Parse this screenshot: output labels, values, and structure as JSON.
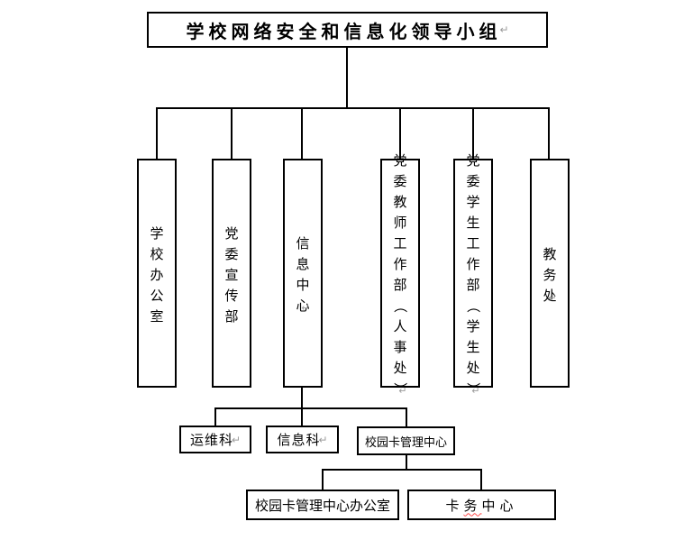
{
  "title": {
    "label": "学校网络安全和信息化领导小组"
  },
  "marks": {
    "return_mark": "↵"
  },
  "level1": [
    {
      "id": "school-office",
      "label": "学校办公室"
    },
    {
      "id": "propaganda-dept",
      "label": "党委宣传部"
    },
    {
      "id": "info-center",
      "label": "信息中心"
    },
    {
      "id": "teacher-work-dept",
      "label": "党委教师工作部（人事处）"
    },
    {
      "id": "student-work-dept",
      "label": "党委学生工作部（学生处）"
    },
    {
      "id": "academic-affairs",
      "label": "教务处"
    }
  ],
  "level2": [
    {
      "id": "ops-section",
      "label": "运维科"
    },
    {
      "id": "info-section",
      "label": "信息科"
    },
    {
      "id": "campus-card-center",
      "label": "校园卡管理中心"
    }
  ],
  "level3": [
    {
      "id": "campus-card-office",
      "label": "校园卡管理中心办公室"
    },
    {
      "id": "card-service-center",
      "label_prefix": "卡",
      "label_misspelled": "务",
      "label_suffix": "中心"
    }
  ],
  "colors": {
    "line": "#000000",
    "text": "#000000",
    "background": "#ffffff",
    "format_mark": "#9b9b9b",
    "spellcheck_underline": "#ff4a4a"
  }
}
